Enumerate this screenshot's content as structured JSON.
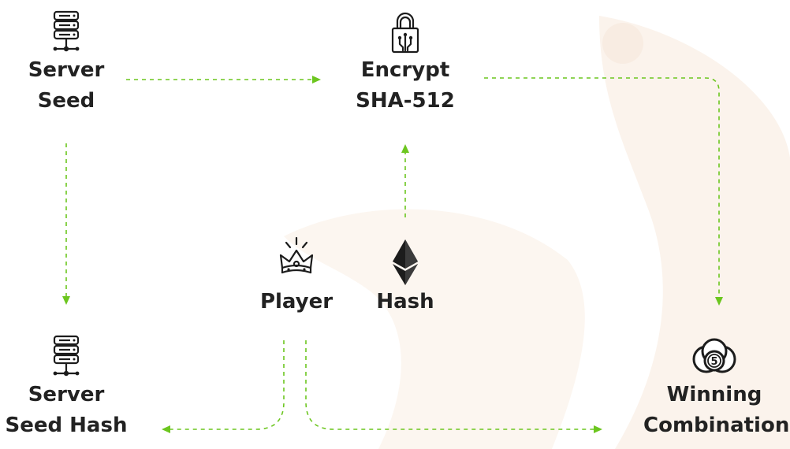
{
  "diagram": {
    "nodes": {
      "server_seed": {
        "line1": "Server",
        "line2": "Seed"
      },
      "encrypt": {
        "line1": "Encrypt",
        "line2": "SHA-512"
      },
      "player": {
        "line1": "Player"
      },
      "hash": {
        "line1": "Hash"
      },
      "server_seed_hash": {
        "line1": "Server",
        "line2": "Seed Hash"
      },
      "winning_combination": {
        "line1": "Winning",
        "line2": "Combination",
        "ball_number": "5"
      }
    },
    "colors": {
      "connector": "#6cc61f",
      "text": "#222222",
      "icon": "#1c1c1c"
    }
  }
}
